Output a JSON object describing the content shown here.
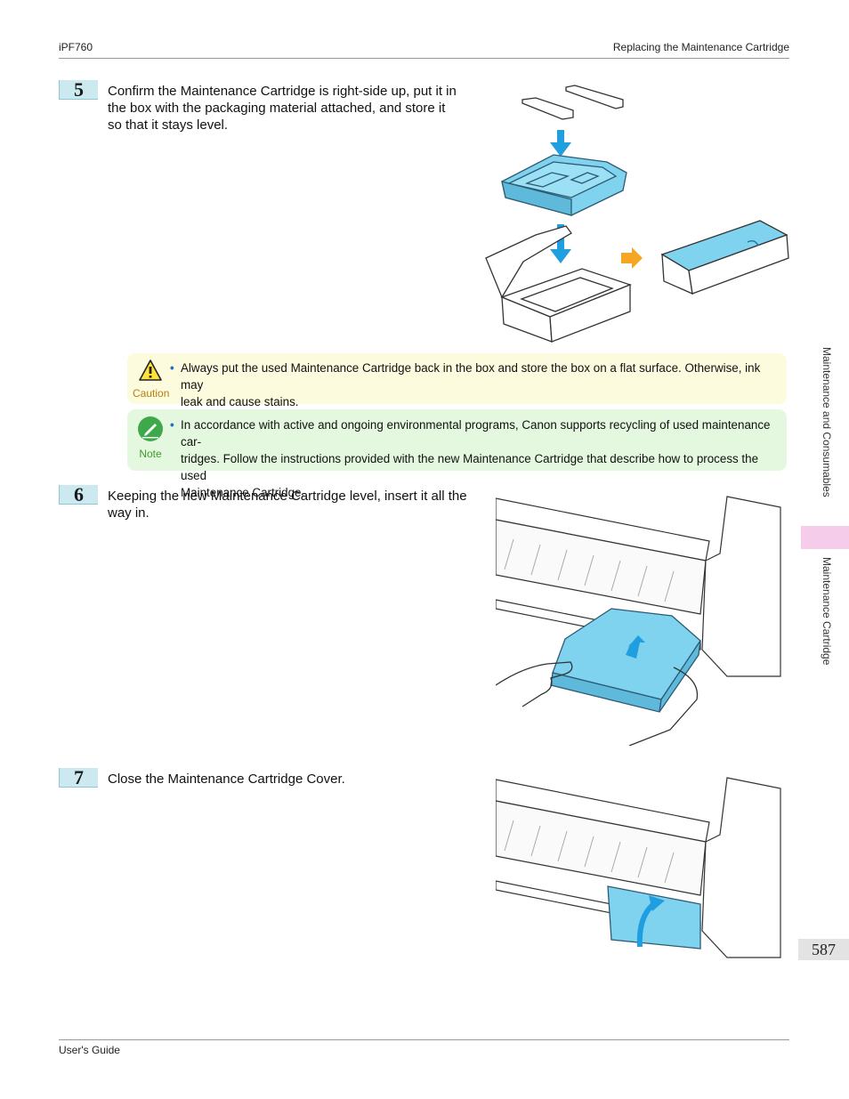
{
  "header": {
    "left": "iPF760",
    "right": "Replacing the Maintenance Cartridge"
  },
  "footer": {
    "left": "User's Guide"
  },
  "steps": [
    {
      "number": "5",
      "text_lines": [
        "Confirm the Maintenance Cartridge is right-side up, put it in",
        "the box with the packaging material attached, and store it",
        "so that it stays level."
      ]
    },
    {
      "number": "6",
      "text_lines": [
        "Keeping the new Maintenance Cartridge level, insert it all the",
        "way in."
      ]
    },
    {
      "number": "7",
      "text_lines": [
        "Close the Maintenance Cartridge Cover."
      ]
    }
  ],
  "caution": {
    "label": "Caution",
    "lines": [
      "Always put the used Maintenance Cartridge back in the box and store the box on a flat surface. Otherwise, ink may",
      "leak and cause stains."
    ]
  },
  "note": {
    "label": "Note",
    "lines": [
      "In accordance with active and ongoing environmental programs, Canon supports recycling of used maintenance car-",
      "tridges. Follow the instructions provided with the new Maintenance Cartridge that describe how to process the used",
      "Maintenance Cartridge."
    ]
  },
  "side_tab": {
    "section": "Maintenance and Consumables",
    "subsection": "Maintenance Cartridge"
  },
  "page_number": "587",
  "colors": {
    "accent_cyan": "#7fd3ef",
    "arrow_blue": "#1f9ee0",
    "arrow_orange": "#f5a623",
    "caution_bg": "#fdfbdd",
    "note_bg": "#e4f8df",
    "tab_pink": "#f5cdea"
  },
  "icons": {
    "caution": "caution-triangle-icon",
    "note": "note-pencil-icon"
  }
}
